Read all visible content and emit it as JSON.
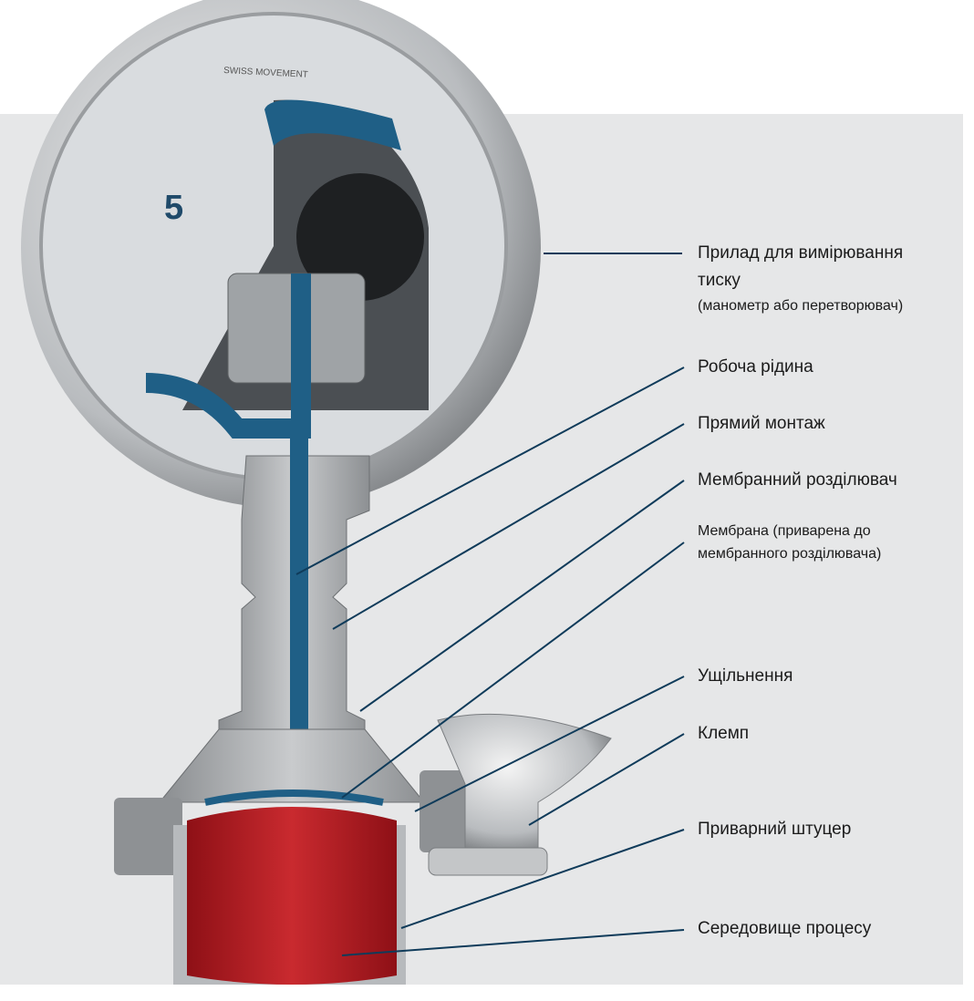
{
  "dial": {
    "brand": "SWISS MOVEMENT",
    "number": "5"
  },
  "labels": [
    {
      "main": "Прилад для вимірювання тиску",
      "note": "(манометр або перетворювач)"
    },
    {
      "main": "Робоча рідина"
    },
    {
      "main": "Прямий монтаж"
    },
    {
      "main": "Мембранний розділювач"
    },
    {
      "main": "Мембрана (приварена до мембранного розділювача)"
    },
    {
      "main": "Ущільнення"
    },
    {
      "main": "Клемп"
    },
    {
      "main": "Приварний штуцер"
    },
    {
      "main": "Середовище процесу"
    }
  ],
  "colors": {
    "leader": "#0f3b5a",
    "fluid": "#1f5f86",
    "medium": "#b31d24",
    "panel": "#e6e7e8"
  }
}
